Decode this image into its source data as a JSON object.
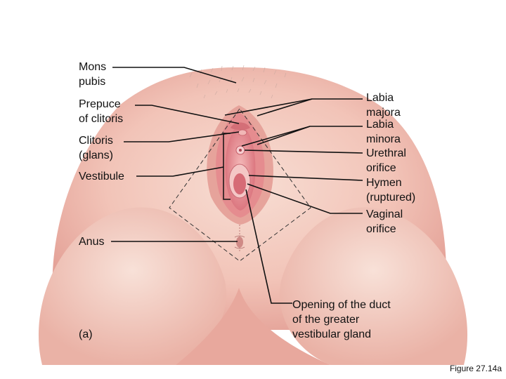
{
  "labels": {
    "mons_pubis": [
      "Mons",
      "pubis"
    ],
    "prepuce": [
      "Prepuce",
      "of clitoris"
    ],
    "clitoris": [
      "Clitoris",
      "(glans)"
    ],
    "vestibule": "Vestibule",
    "anus": "Anus",
    "labia_majora": [
      "Labia",
      "majora"
    ],
    "labia_minora": [
      "Labia",
      "minora"
    ],
    "urethral_orifice": [
      "Urethral",
      "orifice"
    ],
    "hymen": [
      "Hymen",
      "(ruptured)"
    ],
    "vaginal_orifice": [
      "Vaginal",
      "orifice"
    ],
    "greater_vestibular_duct": [
      "Opening of the duct",
      "of the greater",
      "vestibular gland"
    ]
  },
  "panel_letter": "(a)",
  "figure_caption": "Figure 27.14a",
  "colors": {
    "skin_light": "#f6d9cf",
    "skin_mid": "#eab1a6",
    "skin_dark": "#c9817a",
    "mucosa": "#e57f86",
    "leader": "#111111"
  }
}
